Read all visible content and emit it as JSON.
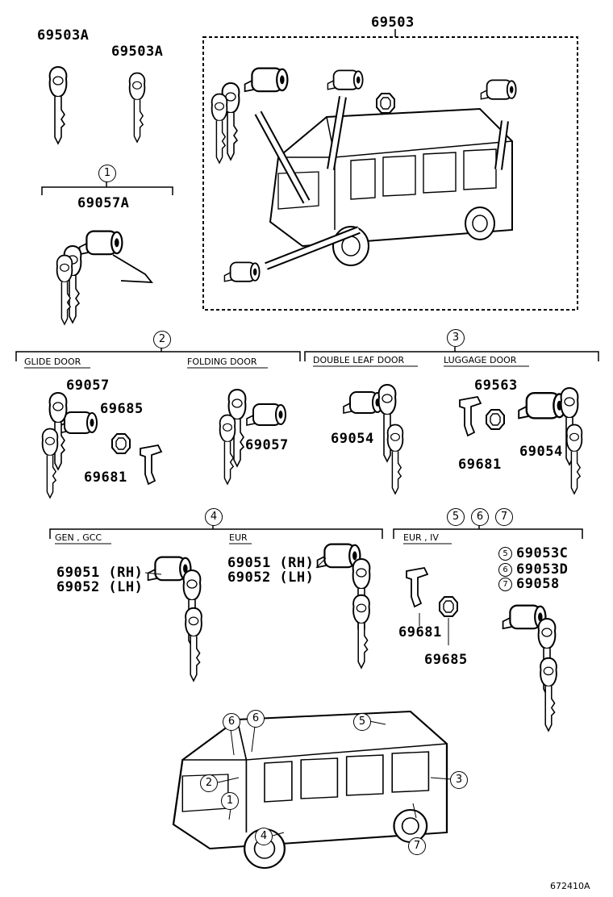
{
  "top": {
    "key_left": "69503A",
    "key_right": "69503A",
    "set_number": "69503",
    "sect1_num": "1",
    "sect1_part": "69057A"
  },
  "sect2": {
    "num": "2",
    "glide_label": "GLIDE DOOR",
    "folding_label": "FOLDING DOOR",
    "glide_lock": "69057",
    "glide_ring": "69685",
    "glide_clip": "69681",
    "folding_lock": "69057"
  },
  "sect3": {
    "num": "3",
    "double_label": "DOUBLE LEAF DOOR",
    "luggage_label": "LUGGAGE DOOR",
    "double_lock": "69054",
    "luggage_ring": "69563",
    "luggage_clip": "69681",
    "luggage_lock": "69054"
  },
  "sect4": {
    "num": "4",
    "gen_label": "GEN , GCC",
    "eur_label": "EUR",
    "gen_rh": "69051 (RH)",
    "gen_lh": "69052 (LH)",
    "eur_rh": "69051 (RH)",
    "eur_lh": "69052 (LH)"
  },
  "sect567": {
    "n5": "5",
    "n6": "6",
    "n7": "7",
    "label": "EUR , IV",
    "p5": "69053C",
    "p6": "69053D",
    "p7": "69058",
    "clip": "69681",
    "ring": "69685"
  },
  "bottom": {
    "c6a": "6",
    "c6b": "6",
    "c5": "5",
    "c2": "2",
    "c1": "1",
    "c3": "3",
    "c4": "4",
    "c7": "7"
  },
  "footer": {
    "code": "672410A"
  }
}
